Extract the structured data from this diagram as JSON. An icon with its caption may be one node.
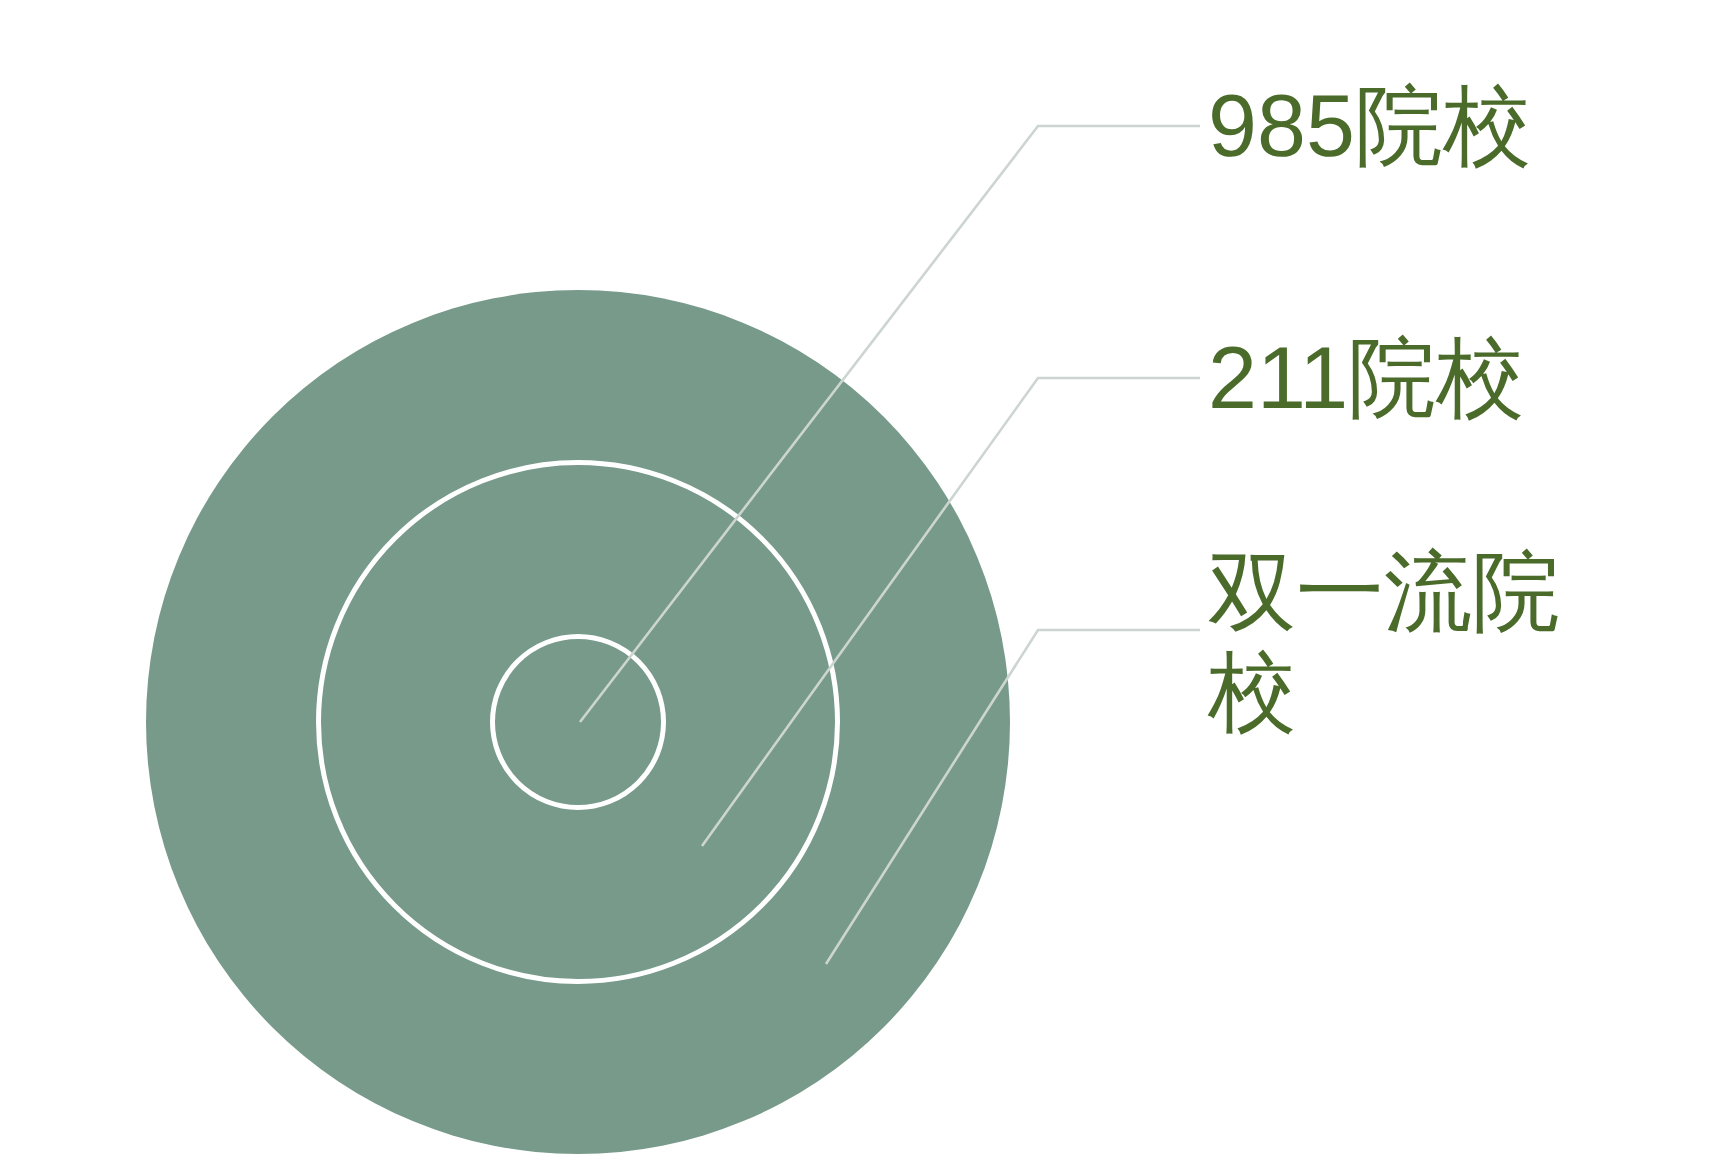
{
  "diagram": {
    "nodes": [
      {
        "text": [],
        "shape": "circle"
      },
      {
        "text": [],
        "shape": "circle",
        "in": 0
      },
      {
        "text": [],
        "shape": "circle",
        "in": 1
      },
      {
        "text": [
          "985院校"
        ]
      },
      {
        "text": [
          "211院校"
        ]
      },
      {
        "text": [
          "双一流院校"
        ]
      }
    ],
    "edges": [
      {
        "from": 3,
        "to": 2,
        "arrow": "none"
      },
      {
        "from": 4,
        "to": 1,
        "arrow": "none"
      },
      {
        "from": 5,
        "to": 0,
        "arrow": "none"
      }
    ]
  }
}
